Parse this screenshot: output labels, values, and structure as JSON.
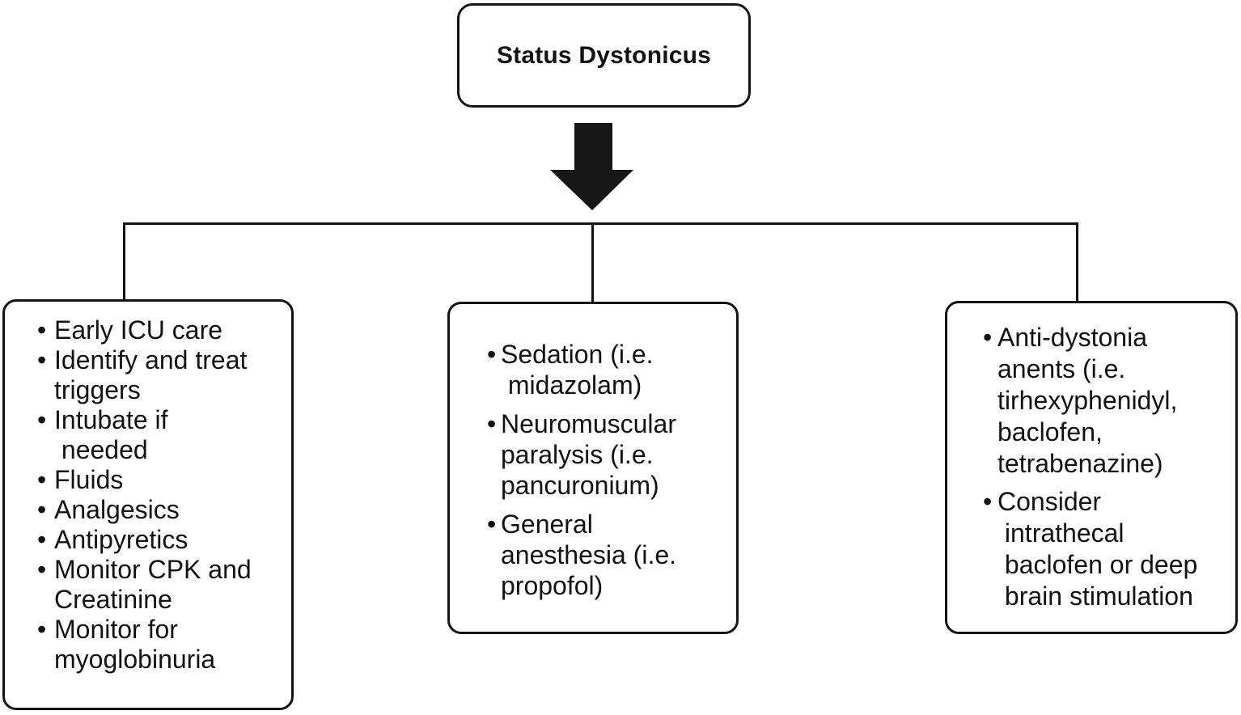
{
  "figure": {
    "title": "Status Dystonicus"
  },
  "branches": {
    "supportive_care": {
      "items": [
        "Early ICU care",
        "Identify and treat\ntriggers",
        "Intubate if\n needed",
        "Fluids",
        "Analgesics",
        "Antipyretics",
        "Monitor CPK and\nCreatinine",
        "Monitor for\nmyoglobinuria"
      ]
    },
    "sedation_paralysis": {
      "items": [
        "Sedation (i.e.\n midazolam)",
        "Neuromuscular\nparalysis (i.e.\npancuronium)",
        "General\nanesthesia (i.e.\npropofol)"
      ]
    },
    "anti_dystonia": {
      "items": [
        "Anti-dystonia\nanents (i.e.\ntirhexyphenidyl,\nbaclofen,\ntetrabenazine)",
        "Consider\n intrathecal\n baclofen or deep\n brain stimulation"
      ]
    }
  },
  "colors": {
    "ink": "#141414",
    "background": "#ffffff"
  }
}
